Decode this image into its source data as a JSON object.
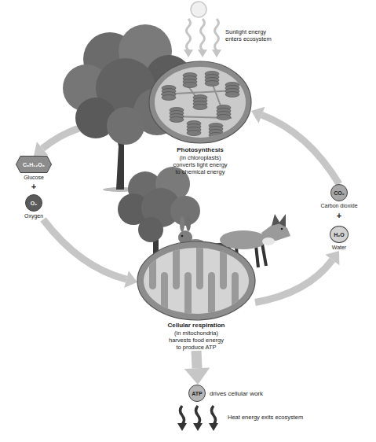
{
  "diagram": {
    "nodes": [
      {
        "text": [
          "Photosynthesis",
          "(in chloroplasts) converts light energy to chemical energy"
        ]
      },
      {
        "text": [
          "C₆H₁₂O₆",
          "Glucose"
        ]
      },
      {
        "text": [
          "O₂",
          "Oxygen"
        ]
      },
      {
        "text": [
          "CO₂",
          "Carbon dioxide"
        ]
      },
      {
        "text": [
          "H₂O",
          "Water"
        ]
      },
      {
        "text": [
          "Cellular respiration",
          "(in mitochondria) harvests food energy to produce ATP"
        ]
      },
      {
        "text": [
          "ATP",
          "drives cellular work"
        ]
      }
    ],
    "edges": [
      {
        "from": 0,
        "to": 1,
        "arrow": "to"
      },
      {
        "from": 2,
        "to": 5,
        "arrow": "to"
      },
      {
        "from": 5,
        "to": 4,
        "arrow": "to"
      },
      {
        "from": 3,
        "to": 0,
        "arrow": "to"
      },
      {
        "from": 5,
        "to": 6,
        "arrow": "to"
      }
    ],
    "labels": [
      "Sunlight energy enters ecosystem",
      "+",
      "+",
      "Heat energy exits ecosystem"
    ]
  }
}
